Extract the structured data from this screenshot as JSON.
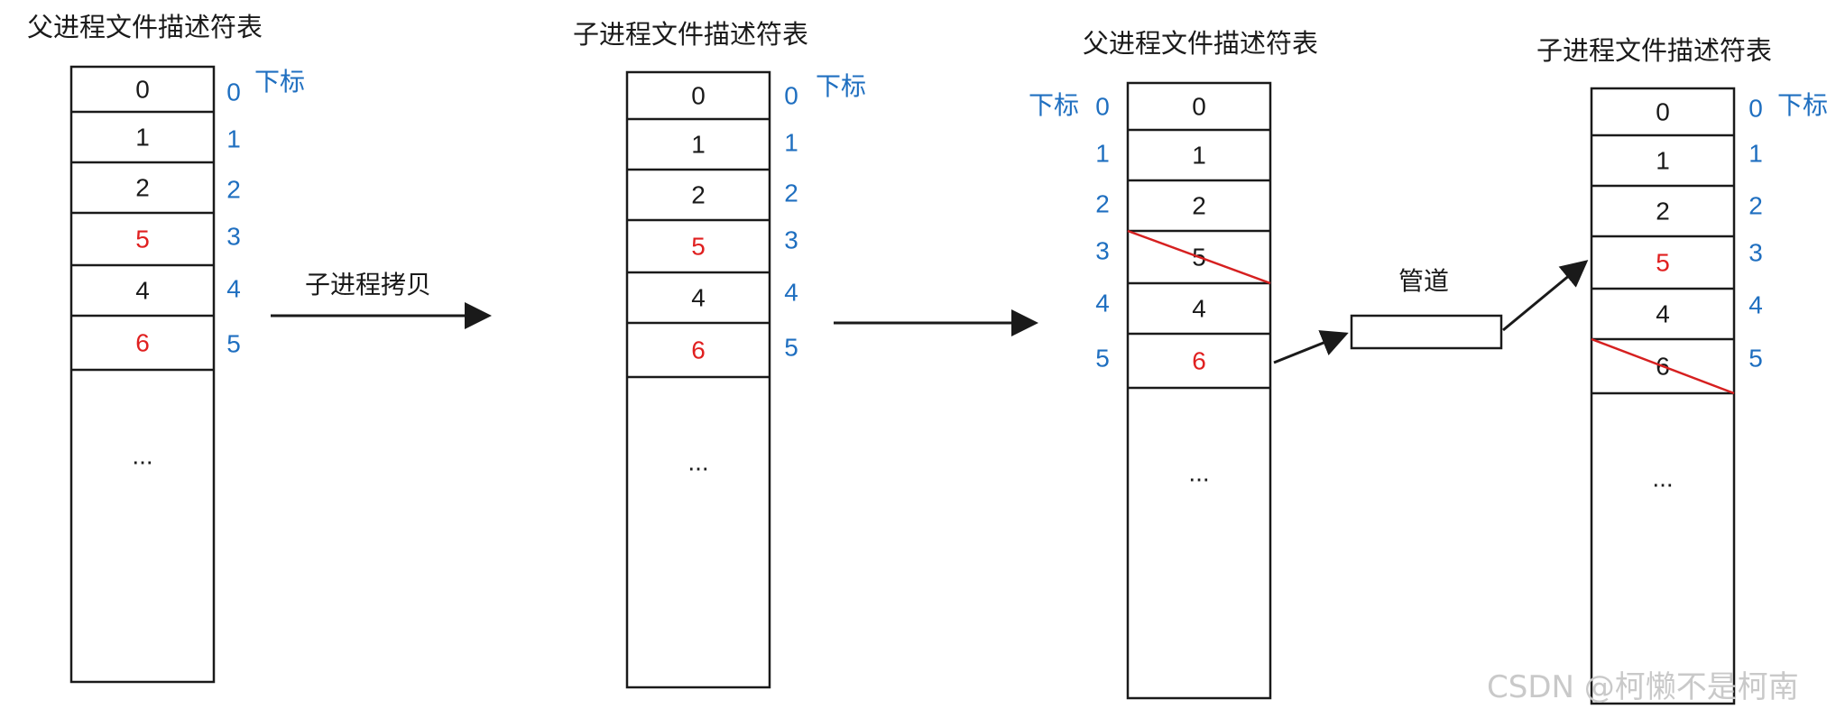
{
  "tables": [
    {
      "title": "父进程文件描述符表",
      "index_label": "下标",
      "cells": [
        "0",
        "1",
        "2",
        "5",
        "4",
        "6",
        "..."
      ],
      "indices": [
        "0",
        "1",
        "2",
        "3",
        "4",
        "5"
      ],
      "highlight_cells": [
        3,
        5
      ],
      "crossed_cells": []
    },
    {
      "title": "子进程文件描述符表",
      "index_label": "下标",
      "cells": [
        "0",
        "1",
        "2",
        "5",
        "4",
        "6",
        "..."
      ],
      "indices": [
        "0",
        "1",
        "2",
        "3",
        "4",
        "5"
      ],
      "highlight_cells": [
        3,
        5
      ],
      "crossed_cells": []
    },
    {
      "title": "父进程文件描述符表",
      "index_label": "下标",
      "cells": [
        "0",
        "1",
        "2",
        "5",
        "4",
        "6",
        "..."
      ],
      "indices": [
        "0",
        "1",
        "2",
        "3",
        "4",
        "5"
      ],
      "highlight_cells": [
        5
      ],
      "crossed_cells": [
        3
      ]
    },
    {
      "title": "子进程文件描述符表",
      "index_label": "下标",
      "cells": [
        "0",
        "1",
        "2",
        "5",
        "4",
        "6",
        "..."
      ],
      "indices": [
        "0",
        "1",
        "2",
        "3",
        "4",
        "5"
      ],
      "highlight_cells": [
        3
      ],
      "crossed_cells": [
        5
      ]
    }
  ],
  "copy_label": "子进程拷贝",
  "pipe_label": "管道",
  "watermark": "CSDN @柯懒不是柯南",
  "colors": {
    "border": "#1a1a1a",
    "text": "#1a1a1a",
    "highlight": "#e02020",
    "index": "#1f6fc0",
    "crossout": "#d62020",
    "watermark": "#c9c9c9"
  }
}
